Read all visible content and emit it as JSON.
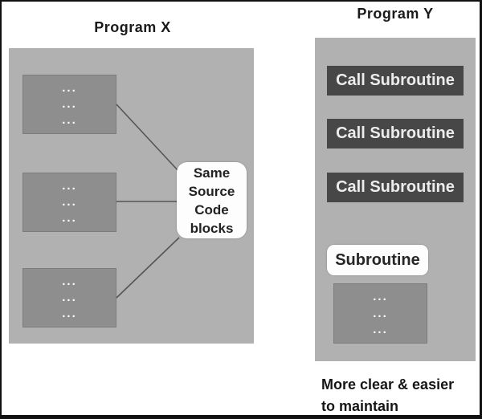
{
  "colors": {
    "panel_gray": "#b1b1b1",
    "code_block_gray": "#8e8e8e",
    "call_box_dark": "#474747",
    "white_box": "#fdfdfd",
    "connector_line": "#555555",
    "text_dark": "#1a1a1a",
    "text_light": "#ececec"
  },
  "dots_row": "...",
  "program_x": {
    "title": "Program X",
    "label_box_lines": [
      "Same",
      "Source",
      "Code",
      "blocks"
    ]
  },
  "program_y": {
    "title": "Program Y",
    "call_buttons": [
      "Call Subroutine",
      "Call Subroutine",
      "Call Subroutine"
    ],
    "subroutine_label": "Subroutine",
    "caption_lines": [
      "More clear & easier",
      "to maintain"
    ]
  }
}
